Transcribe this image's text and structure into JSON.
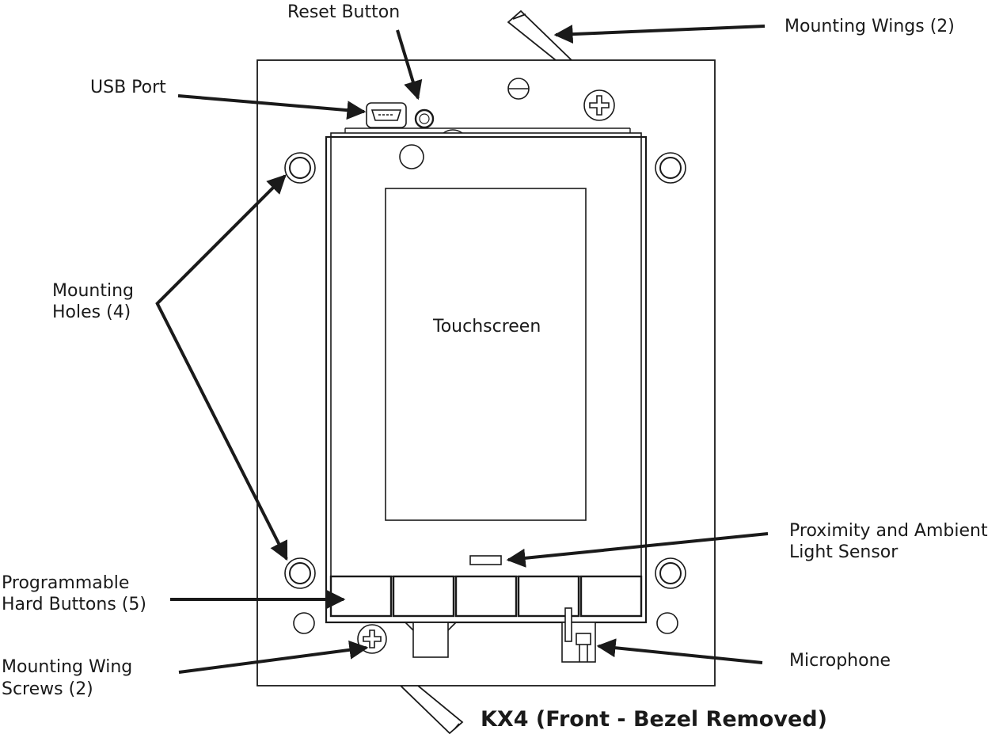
{
  "labels": {
    "reset_button": "Reset Button",
    "mounting_wings": "Mounting Wings (2)",
    "usb_port": "USB Port",
    "mounting_holes_line1": "Mounting",
    "mounting_holes_line2": "Holes (4)",
    "touchscreen": "Touchscreen",
    "proximity_line1": "Proximity and Ambient",
    "proximity_line2": "Light Sensor",
    "hard_buttons_line1": "Programmable",
    "hard_buttons_line2": "Hard Buttons (5)",
    "wing_screws_line1": "Mounting Wing",
    "wing_screws_line2": "Screws (2)",
    "microphone": "Microphone"
  },
  "caption": "KX4 (Front - Bezel Removed)",
  "colors": {
    "stroke": "#1a1a1a",
    "background": "#ffffff"
  },
  "hard_button_count": 5,
  "mounting_hole_count": 4
}
